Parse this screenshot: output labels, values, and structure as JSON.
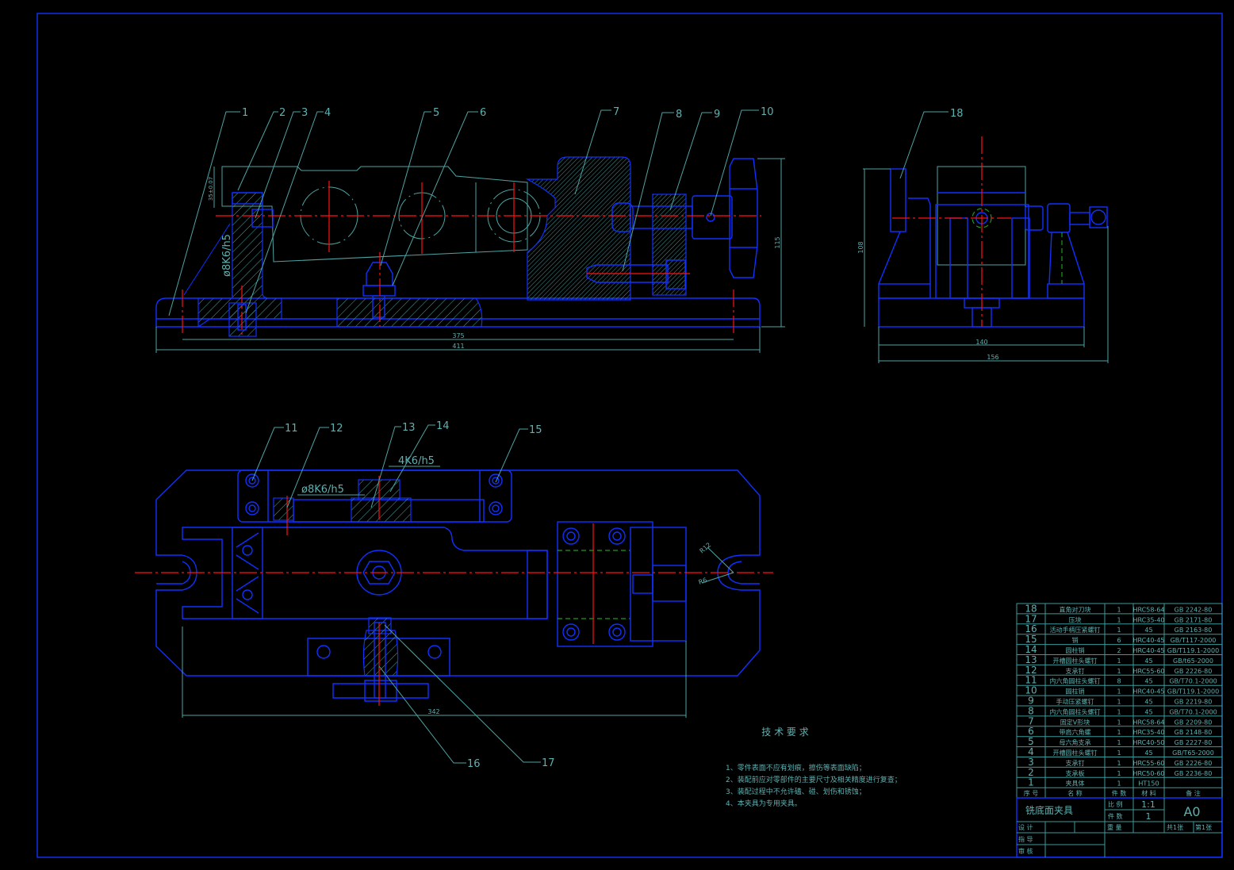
{
  "balloons": {
    "b1": "1",
    "b2": "2",
    "b3": "3",
    "b4": "4",
    "b5": "5",
    "b6": "6",
    "b7": "7",
    "b8": "8",
    "b9": "9",
    "b10": "10",
    "b11": "11",
    "b12": "12",
    "b13": "13",
    "b14": "14",
    "b15": "15",
    "b16": "16",
    "b17": "17",
    "b18": "18"
  },
  "dimensions": {
    "front_inner_length": "375",
    "front_overall_length": "411",
    "front_height": "115",
    "front_tol": "35±0.07",
    "front_fit": "ø8K6/h5",
    "side_height": "108",
    "side_inner_width": "140",
    "side_overall_width": "156",
    "plan_fit_1": "ø8K6/h5",
    "plan_fit_2": "4K6/h5",
    "plan_length": "342",
    "radius_large": "R12",
    "radius_small": "R6"
  },
  "tech_requirements": {
    "title": "技 术 要 求",
    "items": [
      "1、零件表面不应有划痕，擦伤等表面缺陷；",
      "2、装配前应对零部件的主要尺寸及相关精度进行复查；",
      "3、装配过程中不允许磕、碰、划伤和锈蚀；",
      "4、本夹具为专用夹具。"
    ]
  },
  "parts_list": {
    "header": [
      "序 号",
      "名 称",
      "件 数",
      "材 料",
      "备 注"
    ],
    "rows": [
      [
        "18",
        "直角对刀块",
        "1",
        "HRC58-64",
        "GB 2242-80"
      ],
      [
        "17",
        "压块",
        "1",
        "HRC35-40",
        "GB 2171-80"
      ],
      [
        "16",
        "活动手柄压紧螺钉",
        "1",
        "45",
        "GB 2163-80"
      ],
      [
        "15",
        "销",
        "6",
        "HRC40-45",
        "GB/T117-2000"
      ],
      [
        "14",
        "圆柱销",
        "2",
        "HRC40-45",
        "GB/T119.1-2000"
      ],
      [
        "13",
        "开槽圆柱头螺钉",
        "1",
        "45",
        "GB/t65-2000"
      ],
      [
        "12",
        "支承钉",
        "1",
        "HRC55-60",
        "GB 2226-80"
      ],
      [
        "11",
        "内六角圆柱头螺钉",
        "8",
        "45",
        "GB/T70.1-2000"
      ],
      [
        "10",
        "圆柱销",
        "1",
        "HRC40-45",
        "GB/T119.1-2000"
      ],
      [
        "9",
        "手动压紧螺钉",
        "1",
        "45",
        "GB 2219-80"
      ],
      [
        "8",
        "内六角圆柱头螺钉",
        "1",
        "45",
        "GB/T70.1-2000"
      ],
      [
        "7",
        "固定V形块",
        "1",
        "HRC58-64",
        "GB 2209-80"
      ],
      [
        "6",
        "带肩六角螺",
        "1",
        "HRC35-40",
        "GB 2148-80"
      ],
      [
        "5",
        "母六角支承",
        "1",
        "HRC40-50",
        "GB 2227-80"
      ],
      [
        "4",
        "开槽圆柱头螺钉",
        "1",
        "45",
        "GB/T65-2000"
      ],
      [
        "3",
        "支承钉",
        "1",
        "HRC55-60",
        "GB 2226-80"
      ],
      [
        "2",
        "支承板",
        "1",
        "HRC50-60",
        "GB 2236-80"
      ],
      [
        "1",
        "夹具体",
        "1",
        "HT150",
        ""
      ]
    ]
  },
  "title_block": {
    "drawing_name": "铣底面夹具",
    "scale_label": "比 例",
    "scale": "1:1",
    "qty_label": "件 数",
    "qty": "1",
    "sheet_size": "A0",
    "design_label": "设 计",
    "guide_label": "指 导",
    "review_label": "审 核",
    "weight_label": "重 量",
    "total_sheets": "共1张",
    "sheet_no": "第1张"
  },
  "colors": {
    "outline": "#1030ff",
    "thin": "#4fa3a3",
    "center": "#ff1010",
    "hidden": "#1c9a1c",
    "background": "#000000"
  }
}
